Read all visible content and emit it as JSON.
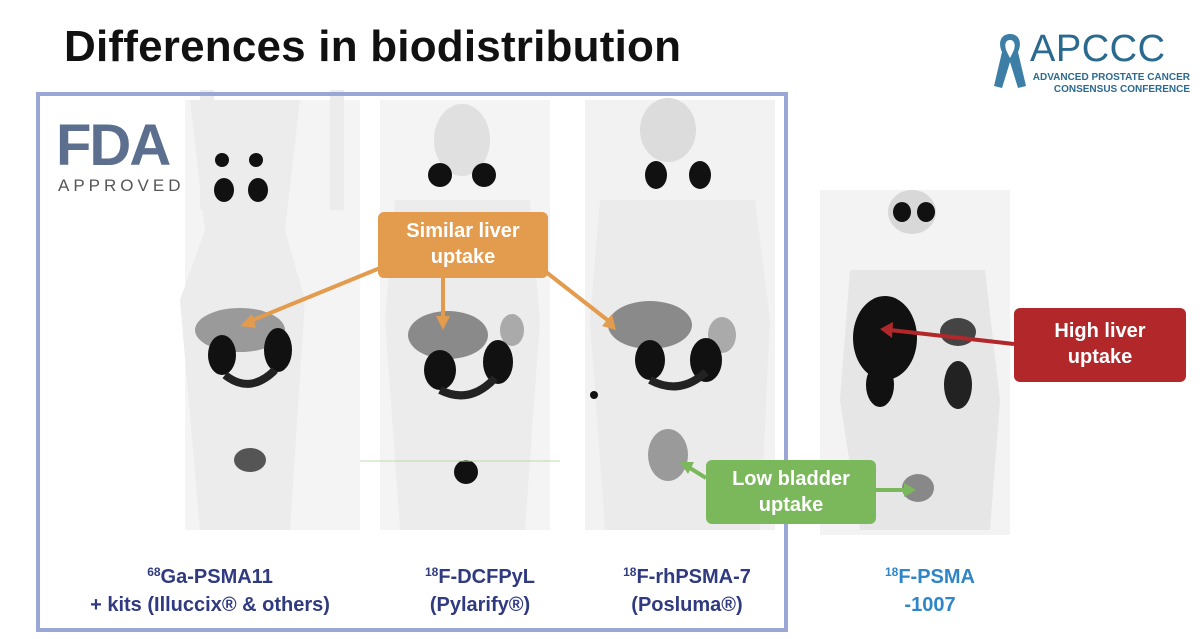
{
  "title": "Differences in biodistribution",
  "logo": {
    "name": "APCCC",
    "line1": "ADVANCED PROSTATE CANCER",
    "line2": "CONSENSUS CONFERENCE"
  },
  "fda": {
    "mark": "FDA",
    "sub": "APPROVED"
  },
  "callouts": {
    "liver_similar": {
      "line1": "Similar liver",
      "line2": "uptake",
      "color": "#e39b4e"
    },
    "liver_high": {
      "line1": "High liver",
      "line2": "uptake",
      "color": "#b2272a"
    },
    "bladder_low": {
      "line1": "Low bladder",
      "line2": "uptake",
      "color": "#7bb85c"
    }
  },
  "tracers": [
    {
      "isotope": "68",
      "name": "Ga-PSMA11",
      "line2": "+ kits (Illuccix® & others)"
    },
    {
      "isotope": "18",
      "name": "F-DCFPyL",
      "line2": "(Pylarify®)"
    },
    {
      "isotope": "18",
      "name": "F-rhPSMA-7",
      "line2": "(Posluma®)"
    },
    {
      "isotope": "18",
      "name": "F-PSMA",
      "line2": "-1007"
    }
  ],
  "frame_color": "#9aa6d6"
}
